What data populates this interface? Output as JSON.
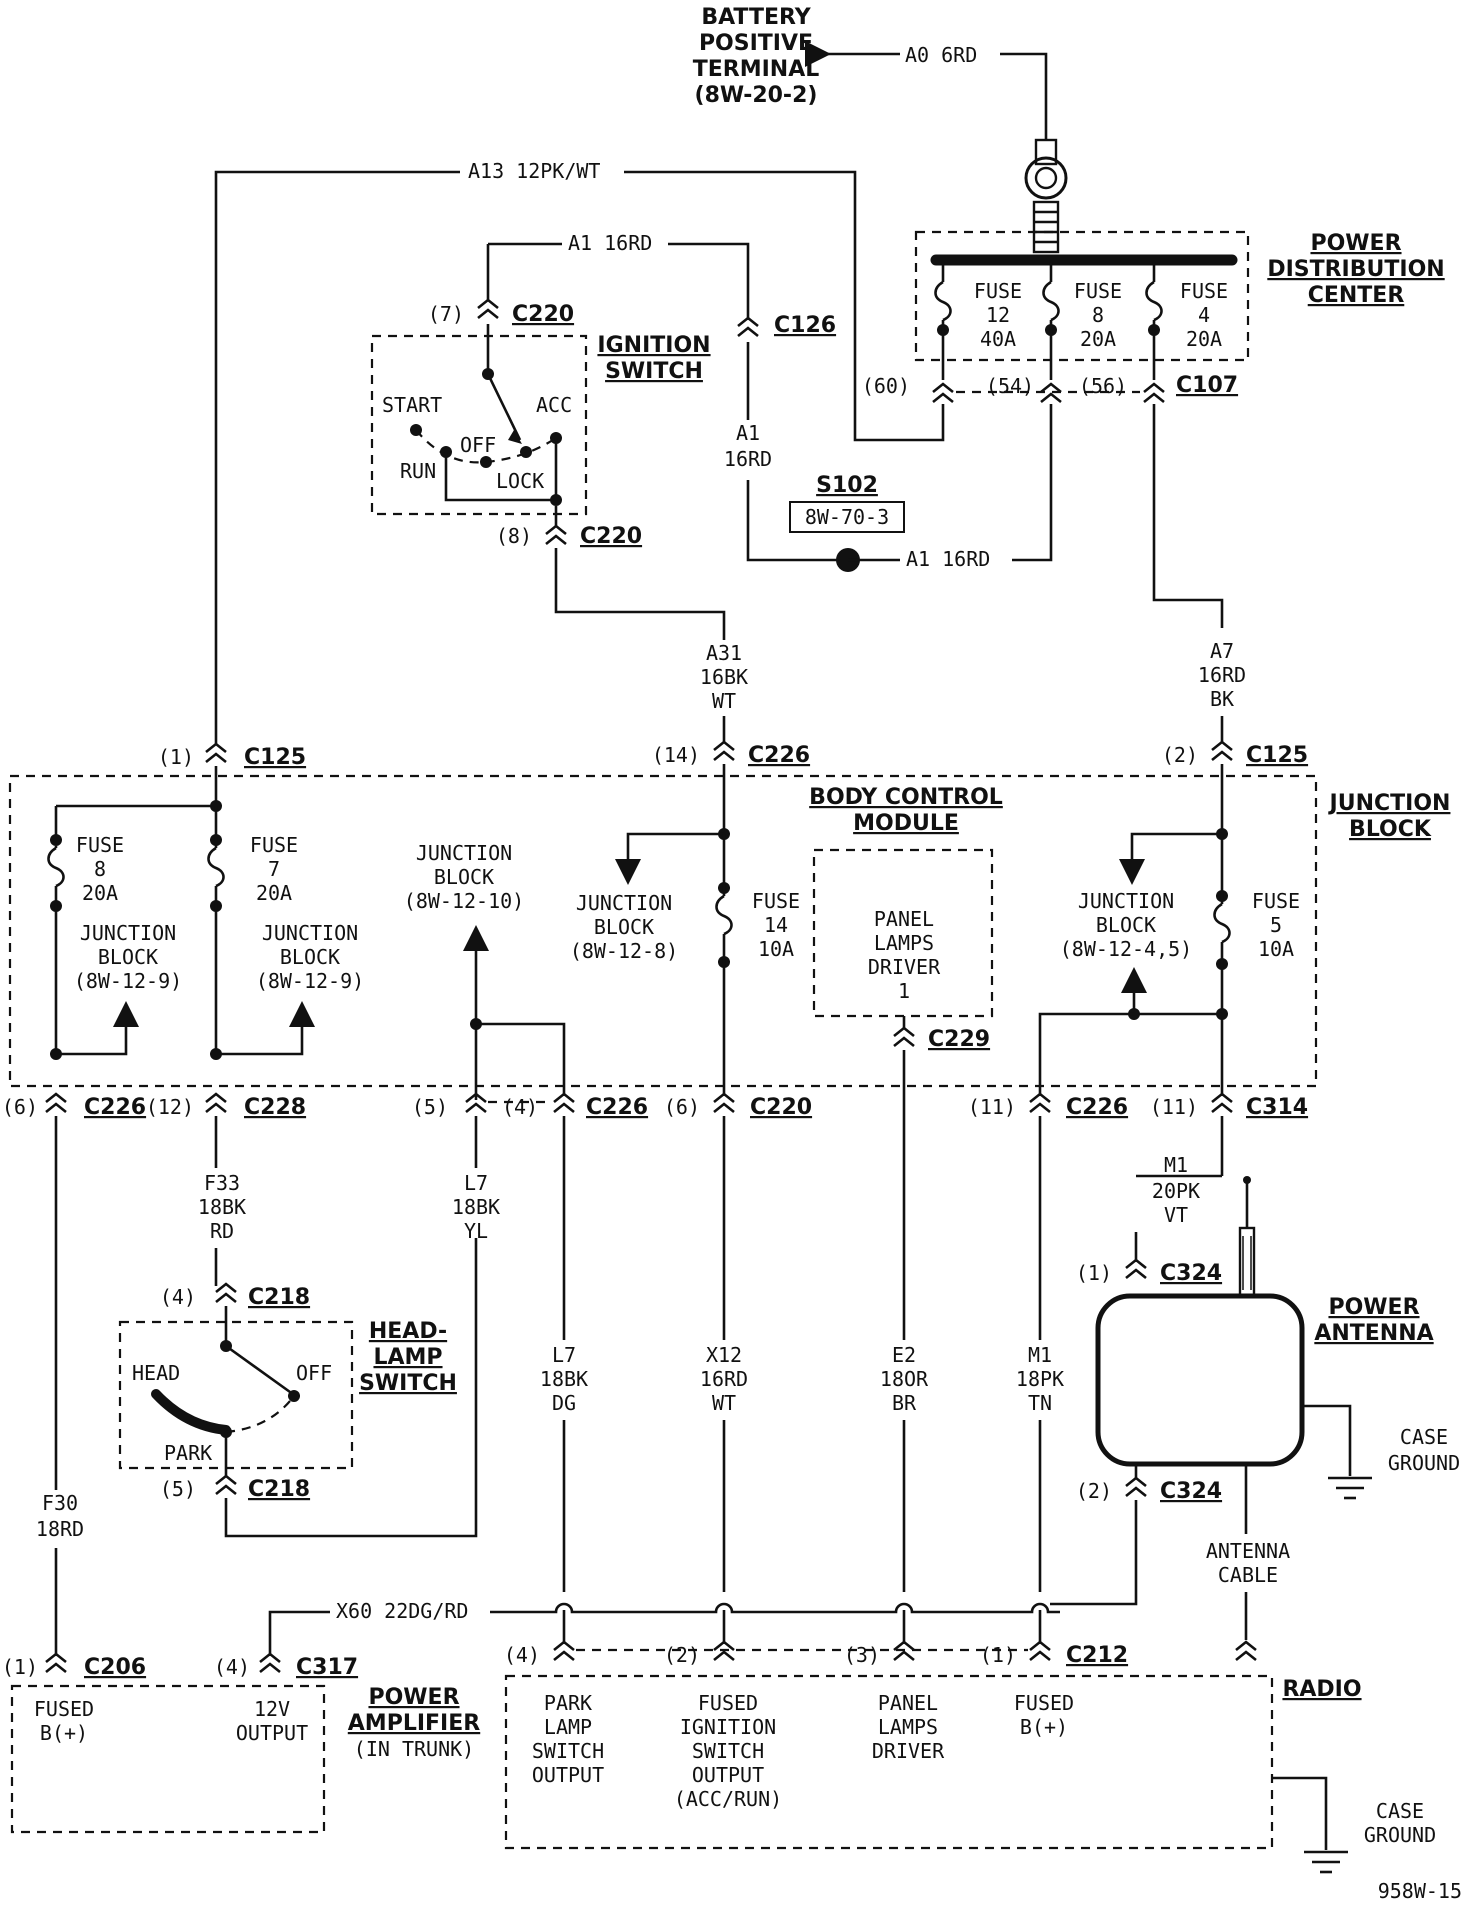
{
  "battery": {
    "label1": "BATTERY",
    "label2": "POSITIVE",
    "label3": "TERMINAL",
    "ref": "(8W-20-2)",
    "wire": "A0 6RD"
  },
  "wires": {
    "a13": "A13 12PK/WT",
    "a1_top": "A1 16RD",
    "a1_mid1": "A1",
    "a1_mid2": "16RD",
    "a1_s102": "A1 16RD",
    "a31_1": "A31",
    "a31_2": "16BK",
    "a31_3": "WT",
    "a7_1": "A7",
    "a7_2": "16RD",
    "a7_3": "BK",
    "f33_1": "F33",
    "f33_2": "18BK",
    "f33_3": "RD",
    "l7a_1": "L7",
    "l7a_2": "18BK",
    "l7a_3": "YL",
    "l7b_1": "L7",
    "l7b_2": "18BK",
    "l7b_3": "DG",
    "x12_1": "X12",
    "x12_2": "16RD",
    "x12_3": "WT",
    "e2_1": "E2",
    "e2_2": "18OR",
    "e2_3": "BR",
    "m1b_1": "M1",
    "m1b_2": "18PK",
    "m1b_3": "TN",
    "m1a_1": "M1",
    "m1a_2": "20PK",
    "m1a_3": "VT",
    "f30_1": "F30",
    "f30_2": "18RD",
    "x60": "X60 22DG/RD",
    "ant1": "ANTENNA",
    "ant2": "CABLE"
  },
  "pdc": {
    "title1": "POWER",
    "title2": "DISTRIBUTION",
    "title3": "CENTER",
    "fuses": [
      {
        "l1": "FUSE",
        "l2": "12",
        "l3": "40A"
      },
      {
        "l1": "FUSE",
        "l2": "8",
        "l3": "20A"
      },
      {
        "l1": "FUSE",
        "l2": "4",
        "l3": "20A"
      }
    ],
    "pins": [
      "(60)",
      "(54)",
      "(56)"
    ],
    "connector": "C107"
  },
  "ignition": {
    "title1": "IGNITION",
    "title2": "SWITCH",
    "start": "START",
    "off": "OFF",
    "run": "RUN",
    "lock": "LOCK",
    "acc": "ACC",
    "pin_top": "(7)",
    "pin_bottom": "(8)",
    "connector": "C220"
  },
  "c126": "C126",
  "s102": {
    "name": "S102",
    "ref": "8W-70-3"
  },
  "junction_block": {
    "title1": "JUNCTION",
    "title2": "BLOCK",
    "fuse8": {
      "l1": "FUSE",
      "l2": "8",
      "l3": "20A"
    },
    "fuse7": {
      "l1": "FUSE",
      "l2": "7",
      "l3": "20A"
    },
    "fuse14": {
      "l1": "FUSE",
      "l2": "14",
      "l3": "10A"
    },
    "fuse5": {
      "l1": "FUSE",
      "l2": "5",
      "l3": "10A"
    },
    "jb1": "JUNCTION",
    "jb2": "BLOCK",
    "ref_129": "(8W-12-9)",
    "ref_1210": "(8W-12-10)",
    "ref_128": "(8W-12-8)",
    "ref_1245": "(8W-12-4,5)"
  },
  "bcm": {
    "title1": "BODY CONTROL",
    "title2": "MODULE",
    "d1": "PANEL",
    "d2": "LAMPS",
    "d3": "DRIVER",
    "d4": "1"
  },
  "connectors": {
    "c125": "C125",
    "c226": "C226",
    "c228": "C228",
    "c220": "C220",
    "c229": "C229",
    "c314": "C314",
    "c324": "C324",
    "c218": "C218",
    "c206": "C206",
    "c317": "C317",
    "c212": "C212",
    "p1": "(1)",
    "p2": "(2)",
    "p3": "(3)",
    "p4": "(4)",
    "p5": "(5)",
    "p6": "(6)",
    "p8": "(8)",
    "p11": "(11)",
    "p12": "(12)",
    "p14": "(14)"
  },
  "headlamp": {
    "title1": "HEAD-",
    "title2": "LAMP",
    "title3": "SWITCH",
    "head": "HEAD",
    "off": "OFF",
    "park": "PARK"
  },
  "antenna": {
    "title1": "POWER",
    "title2": "ANTENNA",
    "ground1": "CASE",
    "ground2": "GROUND"
  },
  "amplifier": {
    "title1": "POWER",
    "title2": "AMPLIFIER",
    "title3": "(IN TRUNK)",
    "in1": "FUSED",
    "in2": "B(+)",
    "out1": "12V",
    "out2": "OUTPUT"
  },
  "radio": {
    "title": "RADIO",
    "ground1": "CASE",
    "ground2": "GROUND",
    "park": [
      "PARK",
      "LAMP",
      "SWITCH",
      "OUTPUT"
    ],
    "ign": [
      "FUSED",
      "IGNITION",
      "SWITCH",
      "OUTPUT",
      "(ACC/RUN)"
    ],
    "panel": [
      "PANEL",
      "LAMPS",
      "DRIVER"
    ],
    "fused": [
      "FUSED",
      "B(+)"
    ]
  },
  "figure_id": "958W-15"
}
